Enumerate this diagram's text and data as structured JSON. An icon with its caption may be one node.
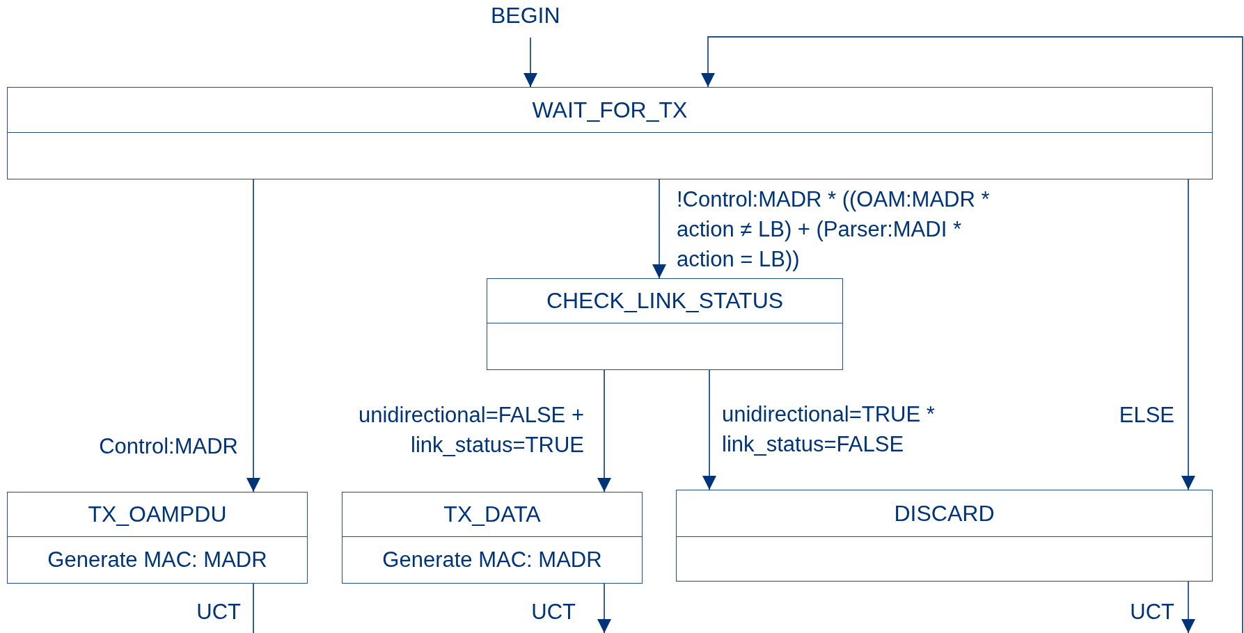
{
  "diagram": {
    "nodes": [
      {
        "text": [
          "BEGIN"
        ]
      },
      {
        "text": [
          "WAIT_FOR_TX"
        ]
      },
      {
        "text": [
          "CHECK_LINK_STATUS"
        ]
      },
      {
        "text": [
          "TX_OAMPDU",
          "Generate MAC: MADR"
        ]
      },
      {
        "text": [
          "TX_DATA",
          "Generate MAC: MADR"
        ]
      },
      {
        "text": [
          "DISCARD"
        ]
      }
    ],
    "edges": [
      {
        "from": 0,
        "to": 1,
        "arrow": "to"
      },
      {
        "from": null,
        "to": 1,
        "arrow": "to"
      },
      {
        "from": 1,
        "to": 3,
        "arrow": "to",
        "label": "Control:MADR"
      },
      {
        "from": 1,
        "to": 2,
        "arrow": "to",
        "label": "!Control:MADR * ((OAM:MADR * action ≠ LB) + (Parser:MADI * action = LB))"
      },
      {
        "from": 2,
        "to": 4,
        "arrow": "to",
        "label": "unidirectional=FALSE + link_status=TRUE"
      },
      {
        "from": 2,
        "to": 5,
        "arrow": "to",
        "label": "unidirectional=TRUE * link_status=FALSE"
      },
      {
        "from": 1,
        "to": 5,
        "arrow": "to",
        "label": "ELSE"
      },
      {
        "from": 3,
        "to": null,
        "arrow": "none",
        "label": "UCT"
      },
      {
        "from": 4,
        "to": null,
        "arrow": "to",
        "label": "UCT"
      },
      {
        "from": 5,
        "to": null,
        "arrow": "to",
        "label": "UCT"
      }
    ]
  }
}
